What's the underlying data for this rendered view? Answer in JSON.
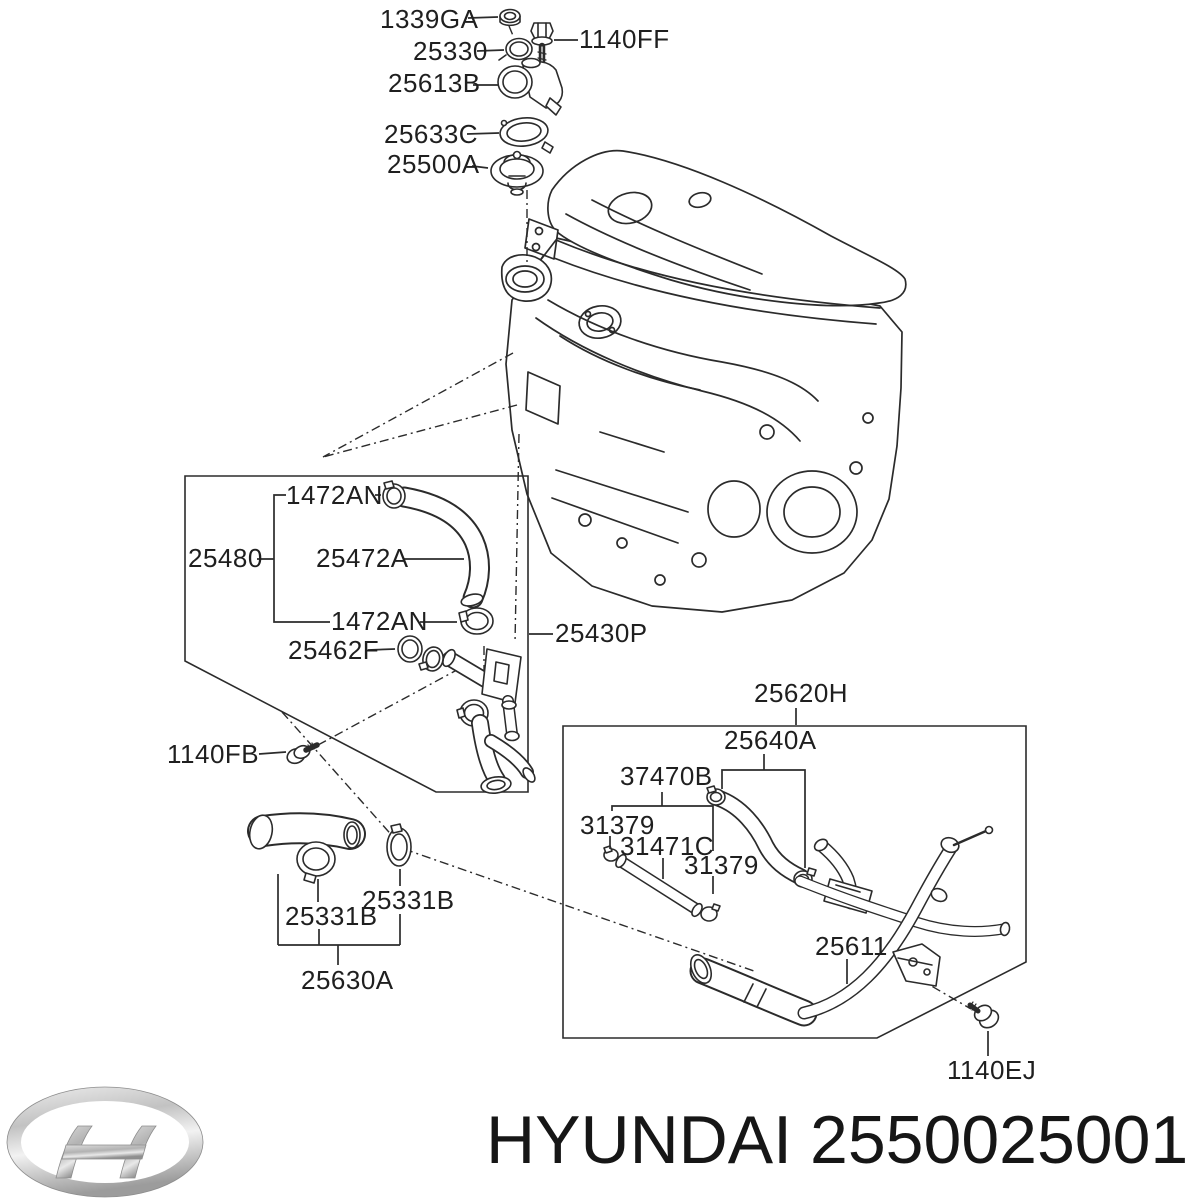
{
  "colors": {
    "line": "#2b2b2b",
    "text": "#1f1f1f",
    "background": "#ffffff",
    "logo_silver": "#c0c0c0"
  },
  "part_labels": {
    "n1339ga": "1339GA",
    "n1140ff": "1140FF",
    "n25330": "25330",
    "n25613b": "25613B",
    "n25633c": "25633C",
    "n25500a": "25500A",
    "n1472an_upper": "1472AN",
    "n25480": "25480",
    "n25472a": "25472A",
    "n1472an_lower": "1472AN",
    "n25462f": "25462F",
    "n25430p": "25430P",
    "n1140fb": "1140FB",
    "n25331b_left": "25331B",
    "n25331b_right": "25331B",
    "n25630a": "25630A",
    "n25620h": "25620H",
    "n25640a": "25640A",
    "n37470b": "37470B",
    "n31379_a": "31379",
    "n31471c": "31471C",
    "n31379_b": "31379",
    "n25611": "25611",
    "n1140ej": "1140EJ"
  },
  "footer": {
    "brand": "HYUNDAI",
    "part_number": "2550025001"
  }
}
